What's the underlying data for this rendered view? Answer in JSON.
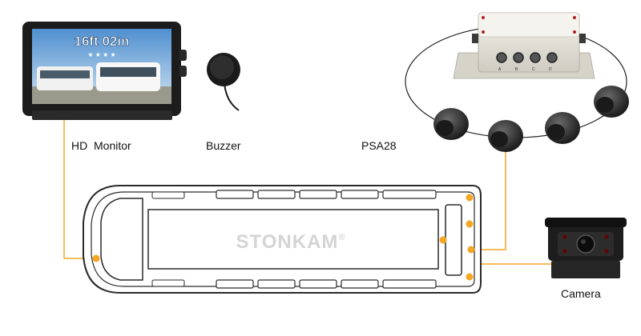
{
  "labels": {
    "monitor": "HD  Monitor",
    "buzzer": "Buzzer",
    "control_unit": "PSA28",
    "camera": "Camera"
  },
  "monitor_screen": {
    "readout": "16ft  02in",
    "stars": "★ ★ ★ ★"
  },
  "vehicle": {
    "brand": "STONKAM",
    "trademark": "®"
  },
  "control_box": {
    "port_labels": [
      "A",
      "B",
      "C",
      "D"
    ]
  },
  "colors": {
    "wire": "#f5a623",
    "sensor": "#2d2d2d",
    "monitor_frame": "#1c1c1c",
    "screen_sky": "#7fb3e0",
    "box_body": "#e9e7de",
    "brand_text": "#d4d4d4",
    "label_text": "#111111"
  }
}
